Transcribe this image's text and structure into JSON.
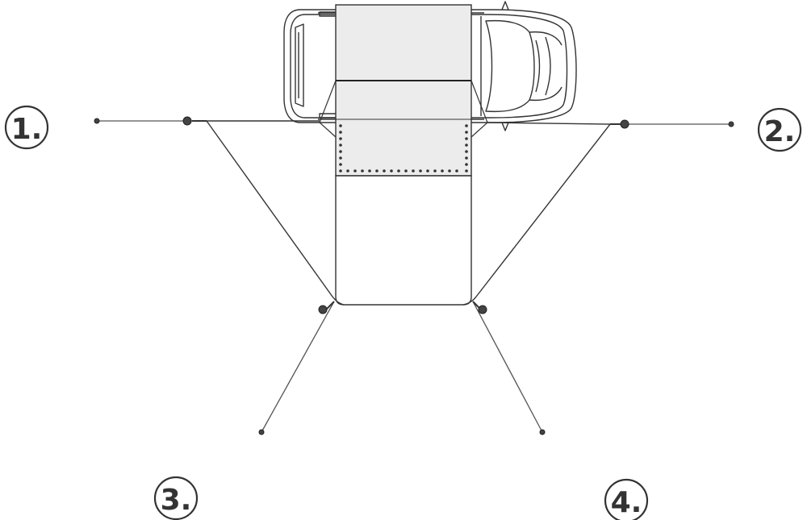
{
  "labels": {
    "step_1": "1.",
    "step_2": "2.",
    "step_3": "3.",
    "step_4": "4."
  },
  "colors": {
    "line": "#333333",
    "guy_line": "#6b6b6b",
    "awning_fill": "#ececec",
    "badge_stroke": "#333333",
    "badge_text": "#333333",
    "background": "#ffffff"
  },
  "icons": {
    "vehicle": "van-top-view-icon",
    "anchor": "tent-peg-icon"
  }
}
